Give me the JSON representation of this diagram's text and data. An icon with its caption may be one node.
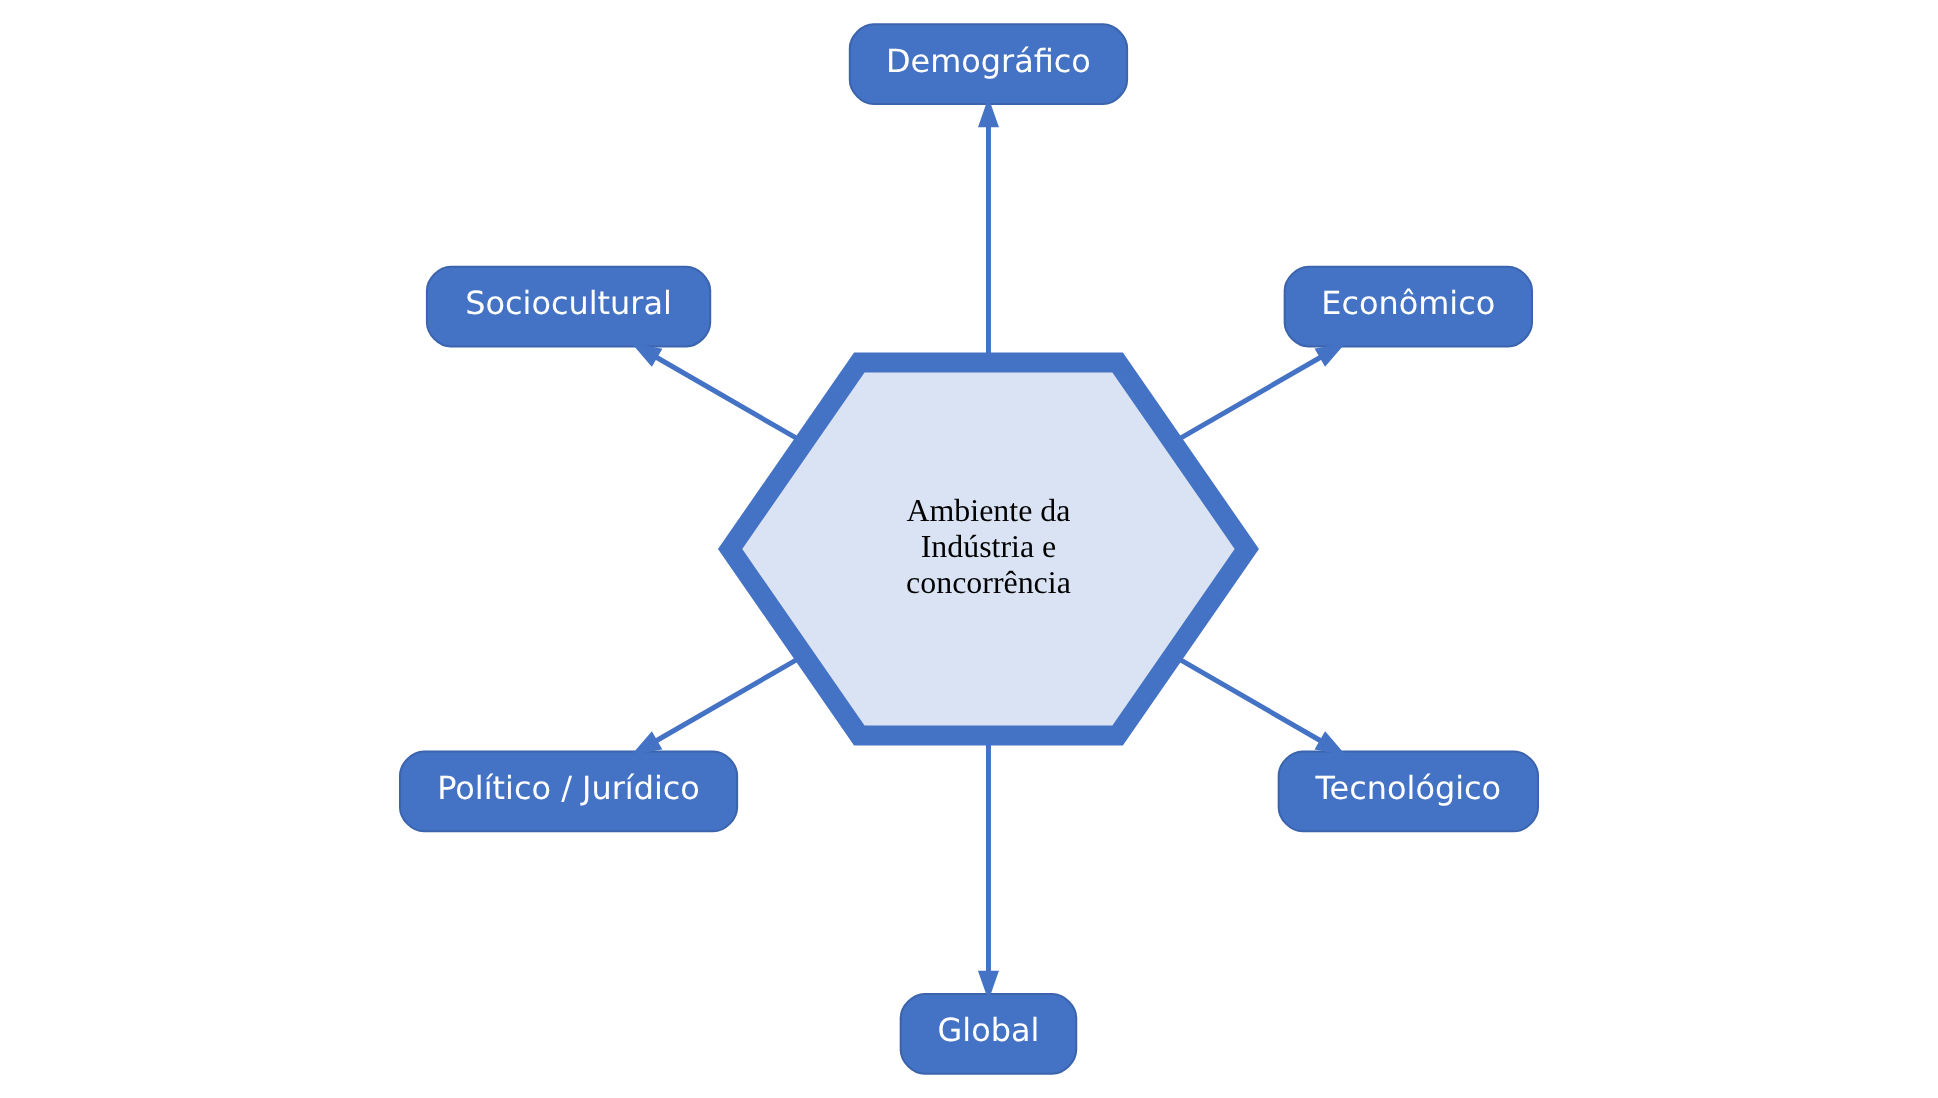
{
  "diagram": {
    "nodes": [
      {
        "text": [
          "Ambiente da Indústria e concorrência"
        ]
      },
      {
        "text": [
          "Econômico"
        ]
      },
      {
        "text": [
          "Demográfico"
        ]
      },
      {
        "text": [
          "Sociocultural"
        ]
      },
      {
        "text": [
          "Político / Jurídico"
        ]
      },
      {
        "text": [
          "Global"
        ]
      },
      {
        "text": [
          "Tecnológico"
        ]
      }
    ],
    "edges": [
      {
        "from": 0,
        "to": 1,
        "arrow": "to"
      },
      {
        "from": 0,
        "to": 2,
        "arrow": "to"
      },
      {
        "from": 0,
        "to": 3,
        "arrow": "to"
      },
      {
        "from": 0,
        "to": 4,
        "arrow": "to"
      },
      {
        "from": 0,
        "to": 5,
        "arrow": "to"
      },
      {
        "from": 0,
        "to": 6,
        "arrow": "to"
      }
    ]
  }
}
